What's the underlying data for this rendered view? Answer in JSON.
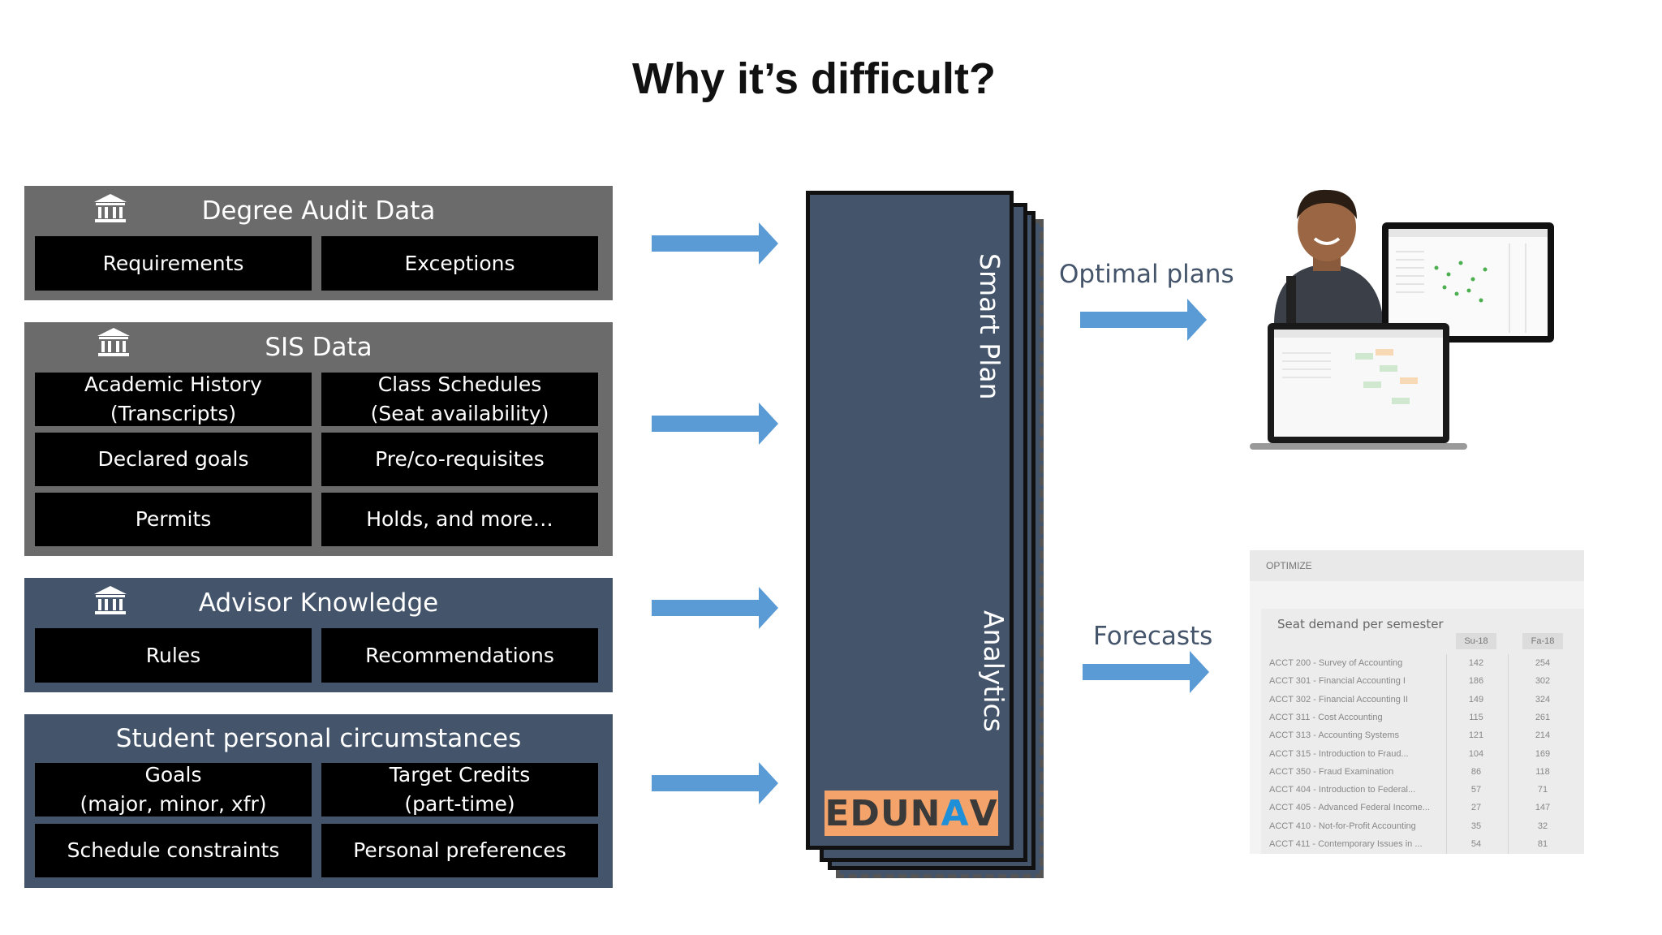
{
  "title": "Why it’s difficult?",
  "panels": {
    "degree_audit": {
      "header": "Degree Audit Data",
      "cells": [
        [
          "Requirements"
        ],
        [
          "Exceptions"
        ]
      ]
    },
    "sis": {
      "header": "SIS Data",
      "cells": [
        [
          "Academic History",
          "(Transcripts)"
        ],
        [
          "Class Schedules",
          "(Seat availability)"
        ],
        [
          "Declared goals"
        ],
        [
          "Pre/co-requisites"
        ],
        [
          "Permits"
        ],
        [
          "Holds, and more…"
        ]
      ]
    },
    "advisor": {
      "header": "Advisor Knowledge",
      "cells": [
        [
          "Rules"
        ],
        [
          "Recommendations"
        ]
      ]
    },
    "student": {
      "header": "Student personal circumstances",
      "cells": [
        [
          "Goals",
          "(major, minor, xfr)"
        ],
        [
          "Target Credits",
          "(part-time)"
        ],
        [
          "Schedule constraints"
        ],
        [
          "Personal preferences"
        ]
      ]
    }
  },
  "engine": {
    "label_top": "Smart Plan",
    "label_bottom": "Analytics",
    "logo_prefix": "EDUN",
    "logo_accent": "A",
    "logo_suffix": "V"
  },
  "outputs": {
    "optimal_plans_label": "Optimal plans",
    "forecasts_label": "Forecasts"
  },
  "forecast_table": {
    "header_bar": "OPTIMIZE",
    "title": "Seat demand per semester",
    "columns": [
      "Su-18",
      "Fa-18"
    ],
    "rows": [
      {
        "course": "ACCT 200 - Survey of Accounting",
        "su18": "142",
        "fa18": "254"
      },
      {
        "course": "ACCT 301 - Financial Accounting I",
        "su18": "186",
        "fa18": "302"
      },
      {
        "course": "ACCT 302 - Financial Accounting II",
        "su18": "149",
        "fa18": "324"
      },
      {
        "course": "ACCT 311 - Cost Accounting",
        "su18": "115",
        "fa18": "261"
      },
      {
        "course": "ACCT 313 - Accounting Systems",
        "su18": "121",
        "fa18": "214"
      },
      {
        "course": "ACCT 315 - Introduction to Fraud...",
        "su18": "104",
        "fa18": "169"
      },
      {
        "course": "ACCT 350 - Fraud Examination",
        "su18": "86",
        "fa18": "118"
      },
      {
        "course": "ACCT 404 - Introduction to Federal...",
        "su18": "57",
        "fa18": "71"
      },
      {
        "course": "ACCT 405 - Advanced Federal Income...",
        "su18": "27",
        "fa18": "147"
      },
      {
        "course": "ACCT 410 - Not-for-Profit Accounting",
        "su18": "35",
        "fa18": "32"
      },
      {
        "course": "ACCT 411 - Contemporary Issues in ...",
        "su18": "54",
        "fa18": "81"
      }
    ]
  },
  "colors": {
    "panel_gray": "#6b6b6b",
    "panel_blue": "#44546a",
    "arrow_blue": "#5b9bd5",
    "logo_orange": "#f4a46a",
    "logo_accent_blue": "#1f8fd8"
  },
  "icons": [
    "institution-icon",
    "arrow-right-icon",
    "student-with-devices-image"
  ]
}
